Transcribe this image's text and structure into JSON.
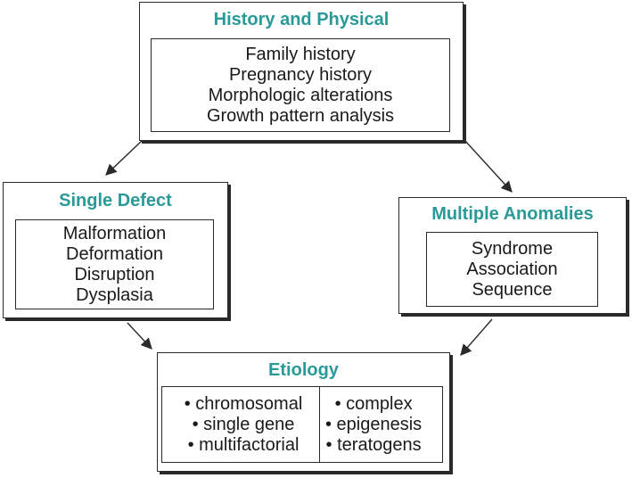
{
  "top": {
    "title": "History and Physical",
    "items": [
      "Family history",
      "Pregnancy history",
      "Morphologic alterations",
      "Growth pattern analysis"
    ]
  },
  "left": {
    "title": "Single Defect",
    "items": [
      "Malformation",
      "Deformation",
      "Disruption",
      "Dysplasia"
    ]
  },
  "right": {
    "title": "Multiple Anomalies",
    "items": [
      "Syndrome",
      "Association",
      "Sequence"
    ]
  },
  "bottom": {
    "title": "Etiology",
    "left_items": [
      "• chromosomal",
      "• single gene",
      "• multifactorial"
    ],
    "right_items": [
      "• complex",
      "• epigenesis",
      "• teratogens"
    ]
  },
  "colors": {
    "title": "#2a9a98",
    "stroke": "#2a2a2a"
  }
}
